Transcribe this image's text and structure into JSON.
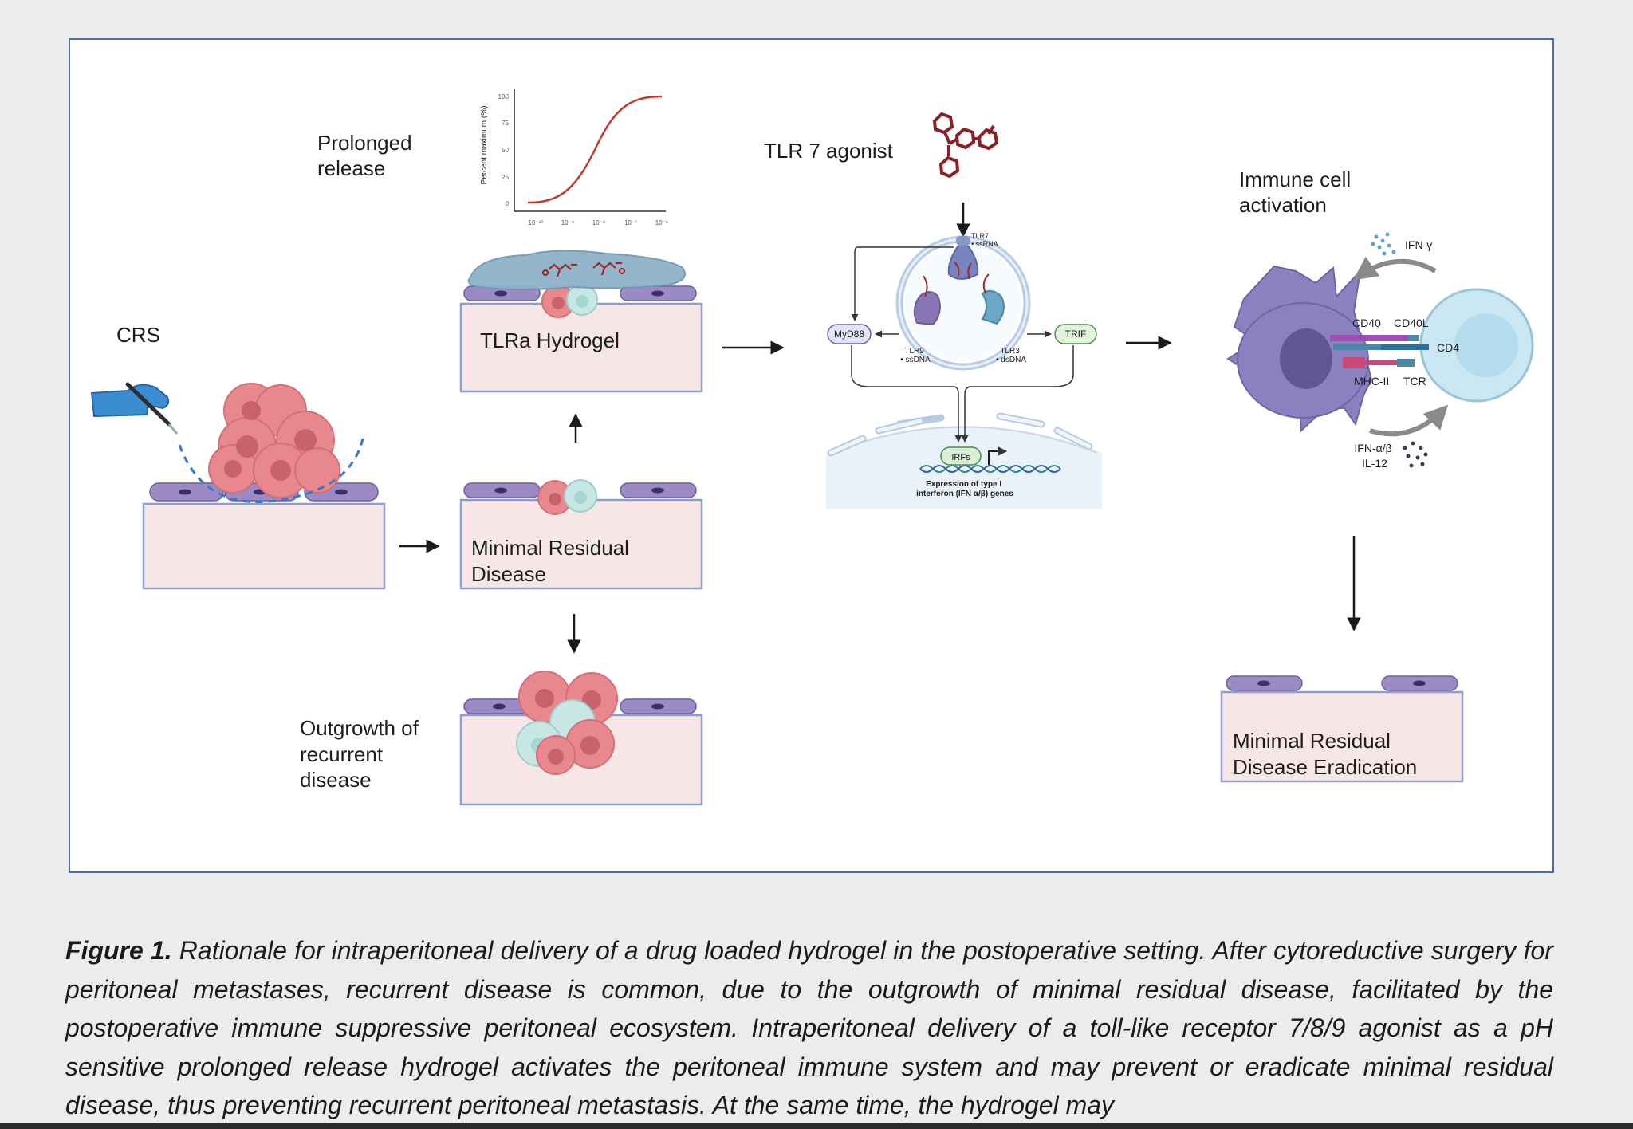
{
  "figure": {
    "labels": {
      "crs": "CRS",
      "prolonged_release": [
        "Prolonged",
        "release"
      ],
      "tlra_hydrogel": "TLRa Hydrogel",
      "mrd": [
        "Minimal Residual",
        "Disease"
      ],
      "outgrowth": [
        "Outgrowth of",
        "recurrent",
        "disease"
      ],
      "tlr7_agonist": "TLR 7 agonist",
      "immune_activation": [
        "Immune cell",
        "activation"
      ],
      "mrd_eradication": [
        "Minimal Residual",
        "Disease Eradication"
      ]
    },
    "release_chart": {
      "ylabel": "Percent maximum (%)",
      "yticks": [
        "100",
        "75",
        "50",
        "25",
        "0"
      ],
      "xticks": [
        "10⁻¹⁰",
        "10⁻⁹",
        "10⁻⁸",
        "10⁻⁷",
        "10⁻⁶"
      ],
      "curve_color": "#c0392b"
    },
    "pathway": {
      "tlr7": [
        "TLR7",
        "• ssRNA"
      ],
      "tlr9": [
        "TLR9",
        "• ssDNA"
      ],
      "tlr3": [
        "TLR3",
        "• dsDNA"
      ],
      "myd88": "MyD88",
      "trif": "TRIF",
      "irfs": "IRFs",
      "expression": [
        "Expression of type I",
        "interferon (IFN α/β) genes"
      ]
    },
    "immune": {
      "ifn_gamma": "IFN-γ",
      "cd40": "CD40",
      "cd40l": "CD40L",
      "cd4": "CD4",
      "mhc2": "MHC-II",
      "tcr": "TCR",
      "ifn_ab": "IFN-α/β",
      "il12": "IL-12"
    },
    "colors": {
      "tissue": "#f6e6e6",
      "tissue_border": "#8c9ed0",
      "mesothelial": "#9b8ac4",
      "tumor": "#e8888e",
      "immune_cell": "#c7e6e4",
      "dendritic": "#8a82c0",
      "tcell": "#cbe7f1",
      "hydrogel": "#8fb3c9"
    }
  },
  "caption": {
    "label": "Figure 1.",
    "text": " Rationale for intraperitoneal delivery of a drug loaded hydrogel in the postoperative setting. After cytoreductive surgery for peritoneal metastases, recurrent disease is common, due to the outgrowth of minimal residual disease, facilitated by the postoperative immune suppressive peritoneal ecosystem. Intraperitoneal delivery of a toll-like receptor 7/8/9 agonist as a pH sensitive prolonged release hydrogel activates the peritoneal immune system and may prevent or eradicate minimal residual disease, thus preventing recurrent peritoneal metastasis. At the same time, the hydrogel may"
  }
}
